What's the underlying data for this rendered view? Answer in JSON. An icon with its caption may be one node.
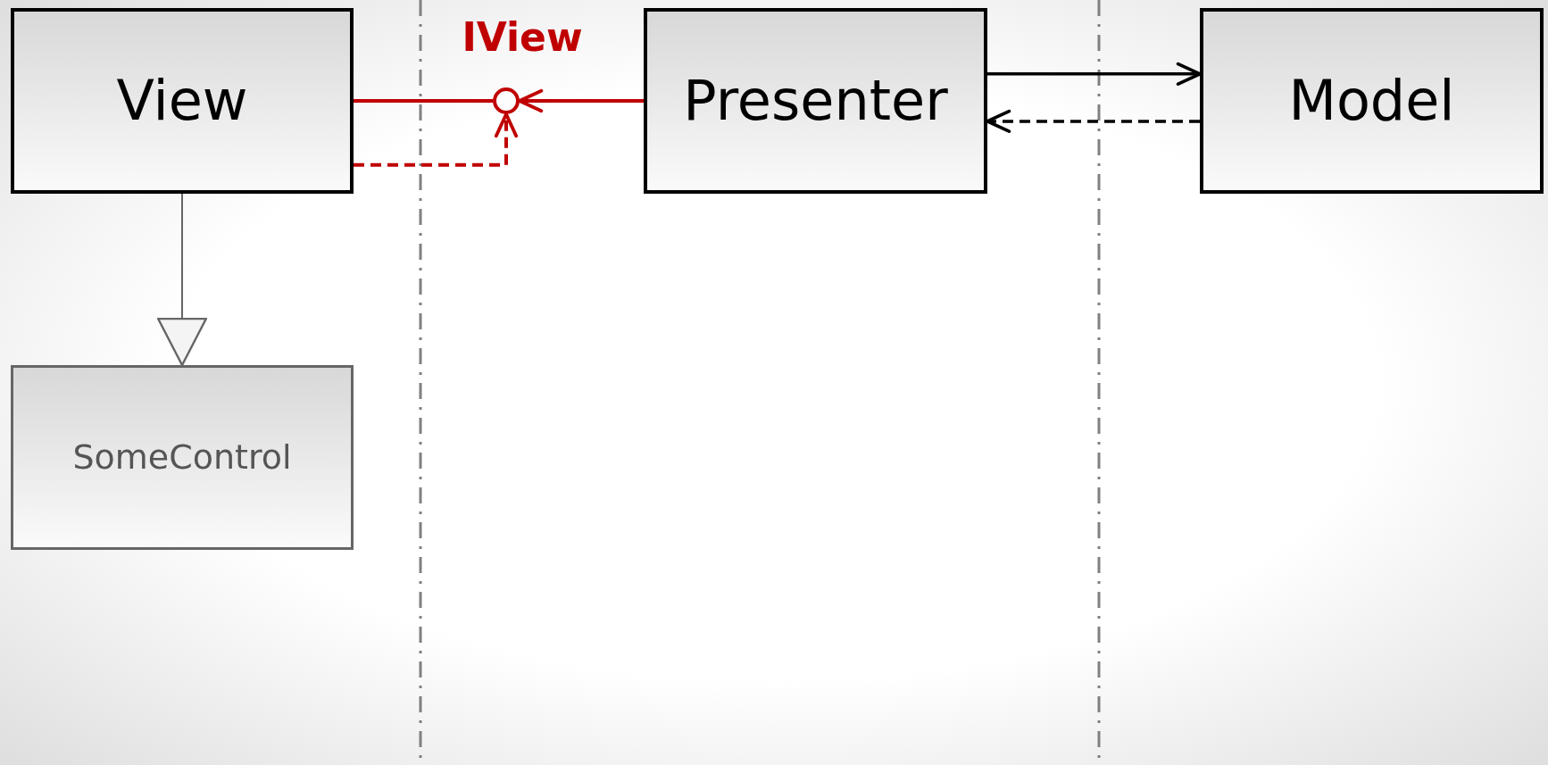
{
  "diagram": {
    "nodes": [
      {
        "text": [
          "View"
        ]
      },
      {
        "text": [
          "IView"
        ]
      },
      {
        "text": [
          "Presenter"
        ]
      },
      {
        "text": [
          "Model"
        ]
      },
      {
        "text": [
          "SomeControl"
        ]
      }
    ],
    "edges": [
      {
        "from": 0,
        "to": 1,
        "arrow": "none",
        "color": "#c00000"
      },
      {
        "from": 2,
        "to": 1,
        "arrow": "to",
        "color": "#c00000"
      },
      {
        "from": 0,
        "to": 1,
        "arrow": "to",
        "style": "dashed",
        "color": "#c00000"
      },
      {
        "from": 2,
        "to": 3,
        "arrow": "to",
        "color": "#000000"
      },
      {
        "from": 3,
        "to": 2,
        "arrow": "to",
        "style": "dashed",
        "color": "#000000"
      },
      {
        "from": 0,
        "to": 4,
        "arrow": "to",
        "color": "#666666"
      }
    ]
  }
}
